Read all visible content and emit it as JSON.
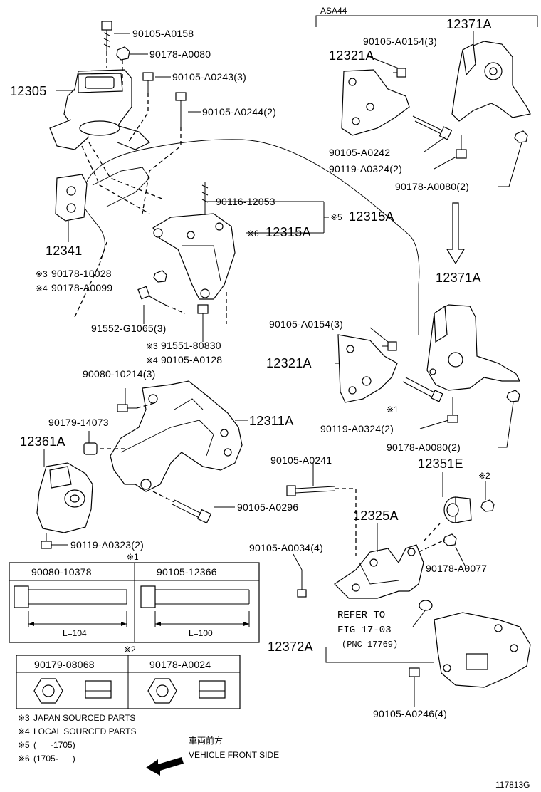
{
  "variant_label": "ASA44",
  "parts": {
    "p12305": "12305",
    "p90105_A0158": "90105-A0158",
    "p90178_A0080": "90178-A0080",
    "p90105_A0243_3": "90105-A0243(3)",
    "p90105_A0244_2": "90105-A0244(2)",
    "p12341": "12341",
    "p90116_12053": "90116-12053",
    "p12315A_note": "※5",
    "p12315A_top": "12315A",
    "p12315A_note6": "※6",
    "p12315A": "12315A",
    "p90178_10028_note": "※3",
    "p90178_10028": "90178-10028",
    "p90178_A0099_note": "※4",
    "p90178_A0099": "90178-A0099",
    "p91552_G1065_3": "91552-G1065(3)",
    "p91551_80830_note": "※3",
    "p91551_80830": "91551-80830",
    "p90105_A0128_note": "※4",
    "p90105_A0128": "90105-A0128",
    "p12371A_top": "12371A",
    "p90105_A0154_3_top": "90105-A0154(3)",
    "p12321A_top": "12321A",
    "p90105_A0242": "90105-A0242",
    "p90119_A0324_2_top": "90119-A0324(2)",
    "p90178_A0080_2_top": "90178-A0080(2)",
    "p12371A": "12371A",
    "p90105_A0154_3": "90105-A0154(3)",
    "p12321A": "12321A",
    "p90119_A0324_2_note": "※1",
    "p90119_A0324_2": "90119-A0324(2)",
    "p90178_A0080_2": "90178-A0080(2)",
    "p90080_10214_3": "90080-10214(3)",
    "p90179_14073": "90179-14073",
    "p12311A": "12311A",
    "p12361A": "12361A",
    "p90105_A0296": "90105-A0296",
    "p90119_A0323_2": "90119-A0323(2)",
    "p90105_A0241": "90105-A0241",
    "p12351E": "12351E",
    "p12351E_note": "※2",
    "p12325A": "12325A",
    "p90105_A0034_4": "90105-A0034(4)",
    "p90178_A0077": "90178-A0077",
    "p12372A": "12372A",
    "p90105_A0246_4": "90105-A0246(4)"
  },
  "refer": {
    "line1": "REFER TO",
    "line2": "FIG 17-03",
    "line3": "(PNC 17769)"
  },
  "bolt_table": {
    "marker": "※1",
    "col1": {
      "pn": "90080-10378",
      "length": "L=104"
    },
    "col2": {
      "pn": "90105-12366",
      "length": "L=100"
    }
  },
  "nut_table": {
    "marker": "※2",
    "col1": {
      "pn": "90179-08068"
    },
    "col2": {
      "pn": "90178-A0024"
    }
  },
  "notes": [
    {
      "mark": "※3",
      "text": "JAPAN SOURCED PARTS"
    },
    {
      "mark": "※4",
      "text": "LOCAL SOURCED PARTS"
    },
    {
      "mark": "※5",
      "text": "(      -1705)"
    },
    {
      "mark": "※6",
      "text": "(1705-      )"
    }
  ],
  "front": {
    "jp": "車両前方",
    "en": "VEHICLE FRONT SIDE"
  },
  "figure_id": "117813G"
}
